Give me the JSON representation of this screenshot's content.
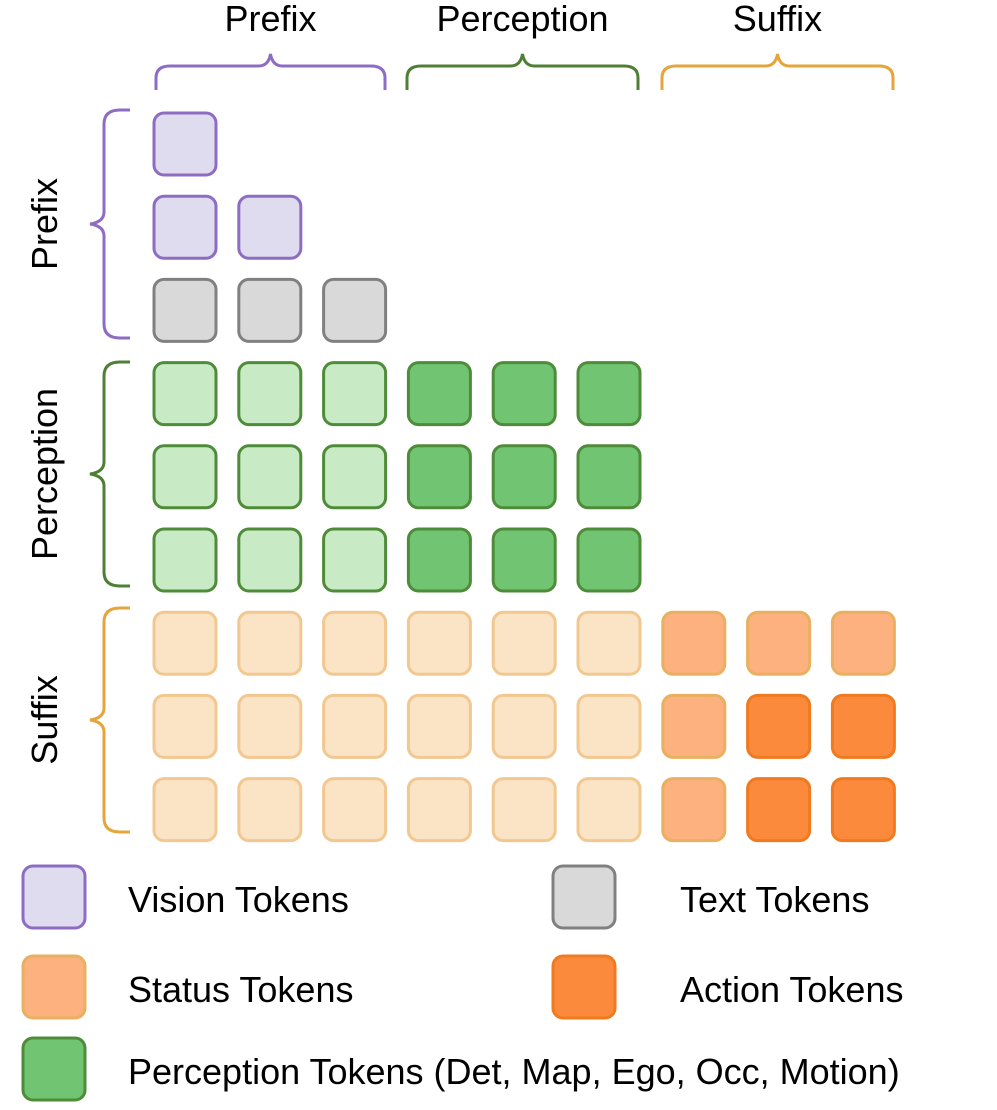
{
  "column_groups": [
    {
      "label": "Prefix",
      "color": "#8E6CC4"
    },
    {
      "label": "Perception",
      "color": "#4F7F35"
    },
    {
      "label": "Suffix",
      "color": "#E4A53A"
    }
  ],
  "row_groups": [
    {
      "label": "Prefix",
      "color": "#8E6CC4"
    },
    {
      "label": "Perception",
      "color": "#4F7F35"
    },
    {
      "label": "Suffix",
      "color": "#E4A53A"
    }
  ],
  "token_styles": {
    "vision": {
      "fill": "#DEDCEE",
      "stroke": "#8E6CC4"
    },
    "text": {
      "fill": "#D9D9D9",
      "stroke": "#808080"
    },
    "perception_light": {
      "fill": "#C8EAC4",
      "stroke": "#4E8C3A"
    },
    "perception": {
      "fill": "#70C472",
      "stroke": "#4E8C3A"
    },
    "suffix_masked": {
      "fill": "#FBE3C6",
      "stroke": "#F2C890"
    },
    "status": {
      "fill": "#FDB17E",
      "stroke": "#E8B060"
    },
    "action": {
      "fill": "#FB8A3C",
      "stroke": "#F07A20"
    }
  },
  "matrix": [
    [
      "vision"
    ],
    [
      "vision",
      "vision"
    ],
    [
      "text",
      "text",
      "text"
    ],
    [
      "perception_light",
      "perception_light",
      "perception_light",
      "perception",
      "perception",
      "perception"
    ],
    [
      "perception_light",
      "perception_light",
      "perception_light",
      "perception",
      "perception",
      "perception"
    ],
    [
      "perception_light",
      "perception_light",
      "perception_light",
      "perception",
      "perception",
      "perception"
    ],
    [
      "suffix_masked",
      "suffix_masked",
      "suffix_masked",
      "suffix_masked",
      "suffix_masked",
      "suffix_masked",
      "status",
      "status",
      "status"
    ],
    [
      "suffix_masked",
      "suffix_masked",
      "suffix_masked",
      "suffix_masked",
      "suffix_masked",
      "suffix_masked",
      "status",
      "action",
      "action"
    ],
    [
      "suffix_masked",
      "suffix_masked",
      "suffix_masked",
      "suffix_masked",
      "suffix_masked",
      "suffix_masked",
      "status",
      "action",
      "action"
    ]
  ],
  "legend": [
    {
      "style": "vision",
      "label": "Vision Tokens"
    },
    {
      "style": "text",
      "label": "Text Tokens"
    },
    {
      "style": "status",
      "label": "Status Tokens"
    },
    {
      "style": "action",
      "label": "Action Tokens"
    },
    {
      "style": "perception",
      "label": "Perception Tokens (Det, Map, Ego, Occ, Motion)"
    }
  ]
}
